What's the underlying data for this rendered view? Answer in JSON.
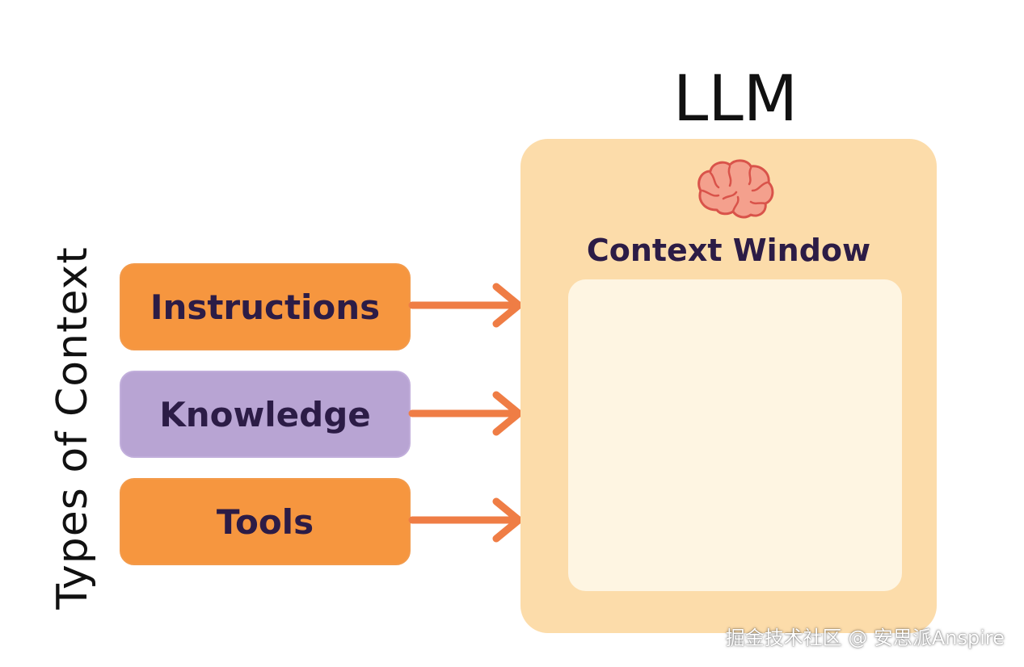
{
  "side_label": "Types of Context",
  "context_types": [
    {
      "label": "Instructions",
      "color": "#f6963f"
    },
    {
      "label": "Knowledge",
      "color": "#b8a4d3"
    },
    {
      "label": "Tools",
      "color": "#f6963f"
    }
  ],
  "llm": {
    "title": "LLM",
    "icon": "brain-icon",
    "context_window_title": "Context Window",
    "panel_color": "#fcdcaa",
    "window_color": "#fef5e2"
  },
  "arrow_color": "#ef7d45",
  "watermark": "掘金技术社区 @ 安思派Anspire"
}
